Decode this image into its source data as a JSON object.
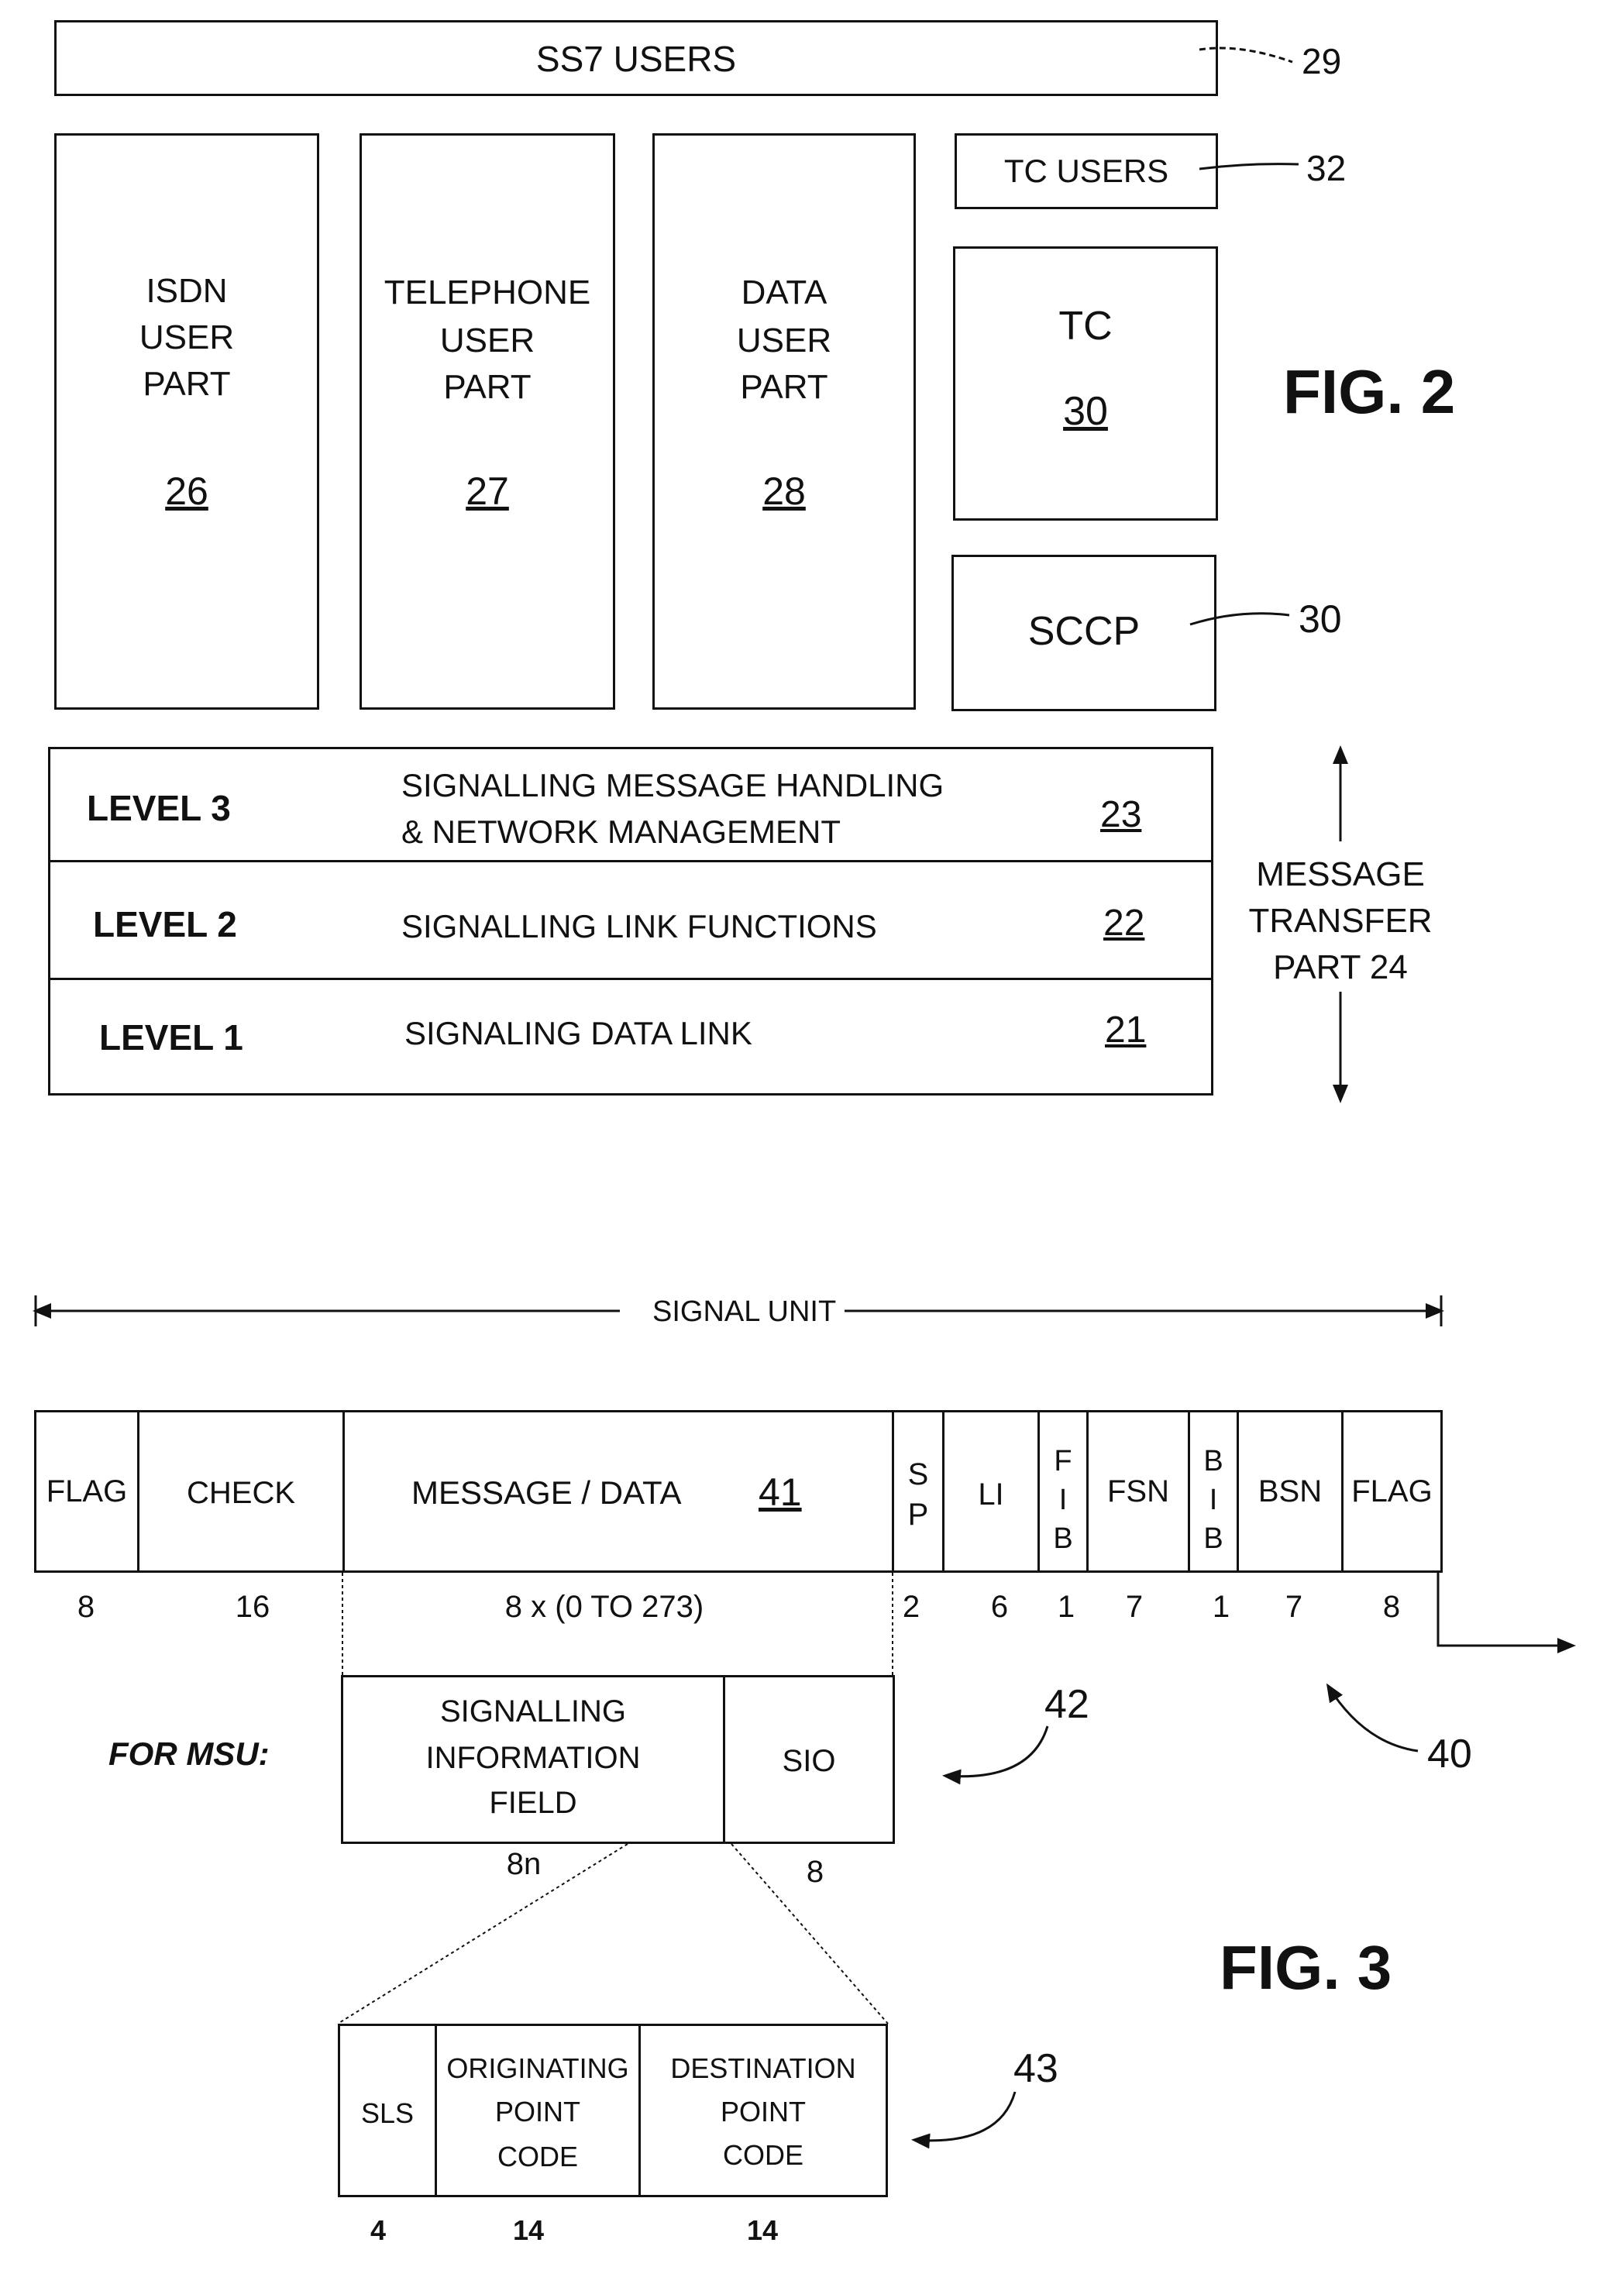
{
  "fig2": {
    "title": "FIG. 2",
    "ss7_users": {
      "label": "SS7 USERS",
      "ref": "29"
    },
    "isdn": {
      "lines": [
        "ISDN",
        "USER",
        "PART"
      ],
      "ref": "26"
    },
    "telephone": {
      "lines": [
        "TELEPHONE",
        "USER",
        "PART"
      ],
      "ref": "27"
    },
    "data": {
      "lines": [
        "DATA",
        "USER",
        "PART"
      ],
      "ref": "28"
    },
    "tc_users": {
      "label": "TC USERS",
      "ref": "32"
    },
    "tc": {
      "label": "TC",
      "ref": "30"
    },
    "sccp": {
      "label": "SCCP",
      "ref": "30"
    },
    "levels": [
      {
        "name": "LEVEL 3",
        "desc_lines": [
          "SIGNALLING MESSAGE HANDLING",
          "& NETWORK MANAGEMENT"
        ],
        "ref": "23"
      },
      {
        "name": "LEVEL 2",
        "desc_lines": [
          "SIGNALLING LINK FUNCTIONS"
        ],
        "ref": "22"
      },
      {
        "name": "LEVEL 1",
        "desc_lines": [
          "SIGNALING DATA LINK"
        ],
        "ref": "21"
      }
    ],
    "mtp": {
      "lines": [
        "MESSAGE",
        "TRANSFER",
        "PART  24"
      ]
    }
  },
  "fig3": {
    "title": "FIG. 3",
    "signal_unit_label": "SIGNAL UNIT",
    "fields": [
      {
        "label": "FLAG",
        "bits": "8"
      },
      {
        "label": "CHECK",
        "bits": "16"
      },
      {
        "label": "MESSAGE / DATA",
        "ref": "41",
        "bits": "8 x (0 TO 273)"
      },
      {
        "label": "S\nP",
        "bits": "2"
      },
      {
        "label": "LI",
        "bits": "6"
      },
      {
        "label": "F\nI\nB",
        "bits": "1"
      },
      {
        "label": "FSN",
        "bits": "7"
      },
      {
        "label": "B\nI\nB",
        "bits": "1"
      },
      {
        "label": "BSN",
        "bits": "7"
      },
      {
        "label": "FLAG",
        "bits": "8"
      }
    ],
    "ref_40": "40",
    "msu": {
      "prefix": "FOR MSU:",
      "sif": {
        "lines": [
          "SIGNALLING",
          "INFORMATION",
          "FIELD"
        ],
        "bits": "8n"
      },
      "sio": {
        "label": "SIO",
        "bits": "8"
      },
      "ref": "42"
    },
    "routing": {
      "sls": {
        "label": "SLS",
        "bits": "4"
      },
      "opc": {
        "lines": [
          "ORIGINATING",
          "POINT",
          "CODE"
        ],
        "bits": "14"
      },
      "dpc": {
        "lines": [
          "DESTINATION",
          "POINT",
          "CODE"
        ],
        "bits": "14"
      },
      "ref": "43"
    }
  }
}
